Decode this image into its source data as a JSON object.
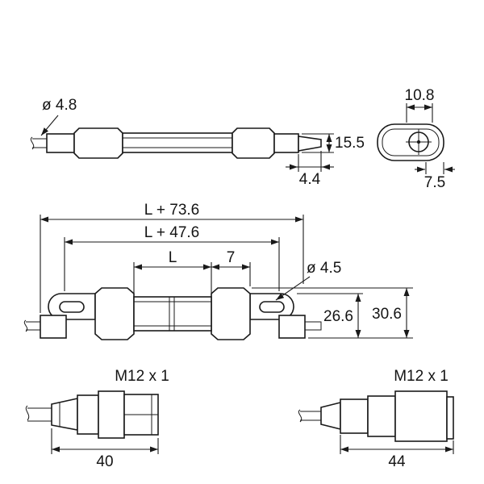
{
  "drawing": {
    "side_view": {
      "cable_diameter": "ø 4.8",
      "end_height": "15.5",
      "tip_width": "4.4"
    },
    "end_view": {
      "top_width": "10.8",
      "bottom_width": "7.5"
    },
    "main_view": {
      "overall_length": "L + 73.6",
      "clamp_length": "L + 47.6",
      "tube_length": "L",
      "hole_offset": "7",
      "hole_diameter": "ø 4.5",
      "body_height": "26.6",
      "overall_height": "30.6"
    },
    "connector_left": {
      "thread": "M12 x 1",
      "length": "40"
    },
    "connector_right": {
      "thread": "M12 x 1",
      "length": "44"
    },
    "colors": {
      "line": "#1a1a1a",
      "knurl_fill": "#2e2e2e"
    }
  }
}
